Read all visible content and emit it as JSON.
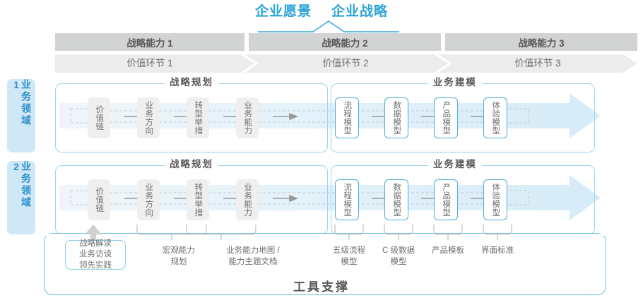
{
  "header": {
    "vision_title": "企业愿景",
    "strategy_title": "企业战略",
    "accent_color": "#2aa3d8"
  },
  "capability_bars": [
    {
      "label": "战略能力 1"
    },
    {
      "label": "战略能力 2"
    },
    {
      "label": "战略能力 3"
    }
  ],
  "value_chain_bars": [
    {
      "label": "价值环节 1"
    },
    {
      "label": "价值环节 2"
    },
    {
      "label": "价值环节 3"
    }
  ],
  "domains": [
    {
      "tab_label": "业务领域 1",
      "sections": [
        {
          "title": "战略规划",
          "nodes": [
            {
              "label": "价值链"
            },
            {
              "label": "业务方向"
            },
            {
              "label": "转型举措"
            },
            {
              "label": "业务能力"
            }
          ]
        },
        {
          "title": "业务建模",
          "nodes": [
            {
              "label": "流程模型"
            },
            {
              "label": "数据模型"
            },
            {
              "label": "产品模型"
            },
            {
              "label": "体验模型"
            }
          ]
        }
      ]
    },
    {
      "tab_label": "业务领域 2",
      "sections": [
        {
          "title": "战略规划",
          "nodes": [
            {
              "label": "价值链"
            },
            {
              "label": "业务方向"
            },
            {
              "label": "转型举措"
            },
            {
              "label": "业务能力"
            }
          ]
        },
        {
          "title": "业务建模",
          "nodes": [
            {
              "label": "流程模型"
            },
            {
              "label": "数据模型"
            },
            {
              "label": "产品模型"
            },
            {
              "label": "体验模型"
            }
          ]
        }
      ]
    }
  ],
  "annotations": {
    "tool_support_label": "工具支撑",
    "value_chain_box": "战略解读\n业务访谈\n领先实践",
    "items": [
      {
        "line1": "宏观能力",
        "line2": "规划"
      },
      {
        "line1": "业务能力地图 /",
        "line2": "能力主题文档"
      },
      {
        "line1": "五级流程",
        "line2": "模型"
      },
      {
        "line1": "C 级数据",
        "line2": "模型"
      },
      {
        "line1": "产品模板",
        "line2": ""
      },
      {
        "line1": "界面标准",
        "line2": ""
      }
    ]
  },
  "colors": {
    "blue": "#2aa3d8",
    "light_blue": "#cfe8f7",
    "gray_dark": "#d2d4d4",
    "gray_light": "#ececec",
    "node_gray": "#efefef",
    "text_gray": "#6d6e70"
  }
}
